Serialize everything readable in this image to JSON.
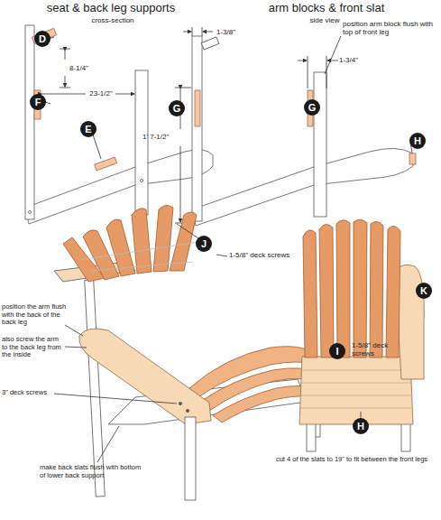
{
  "diagram": {
    "nodes": [
      {
        "text": [
          "D"
        ]
      },
      {
        "text": [
          "F"
        ]
      },
      {
        "text": [
          "E"
        ]
      },
      {
        "text": [
          "G"
        ]
      },
      {
        "text": [
          "G"
        ]
      },
      {
        "text": [
          "H"
        ]
      },
      {
        "text": [
          "J"
        ]
      },
      {
        "text": [
          "I"
        ]
      },
      {
        "text": [
          "K"
        ]
      },
      {
        "text": [
          "H"
        ]
      }
    ],
    "labels": [
      "seat & back leg supports",
      "cross-section",
      "arm blocks & front slat",
      "side view",
      "8-1/4\"",
      "23-1/2\"",
      "1-3/8\"",
      "1' 7-1/2\"",
      "position arm block flush with top of front leg",
      "1-3/4\"",
      "1-5/8\" deck screws",
      "position the arm flush with the back of the back leg",
      "also screw the arm to the back leg from the inside",
      "1-5/8\" deck screws",
      "3\" deck screws",
      "make back slats flush with bottom of lower back support",
      "cut 4 of the slats to 19\" to fit between the front legs"
    ]
  }
}
